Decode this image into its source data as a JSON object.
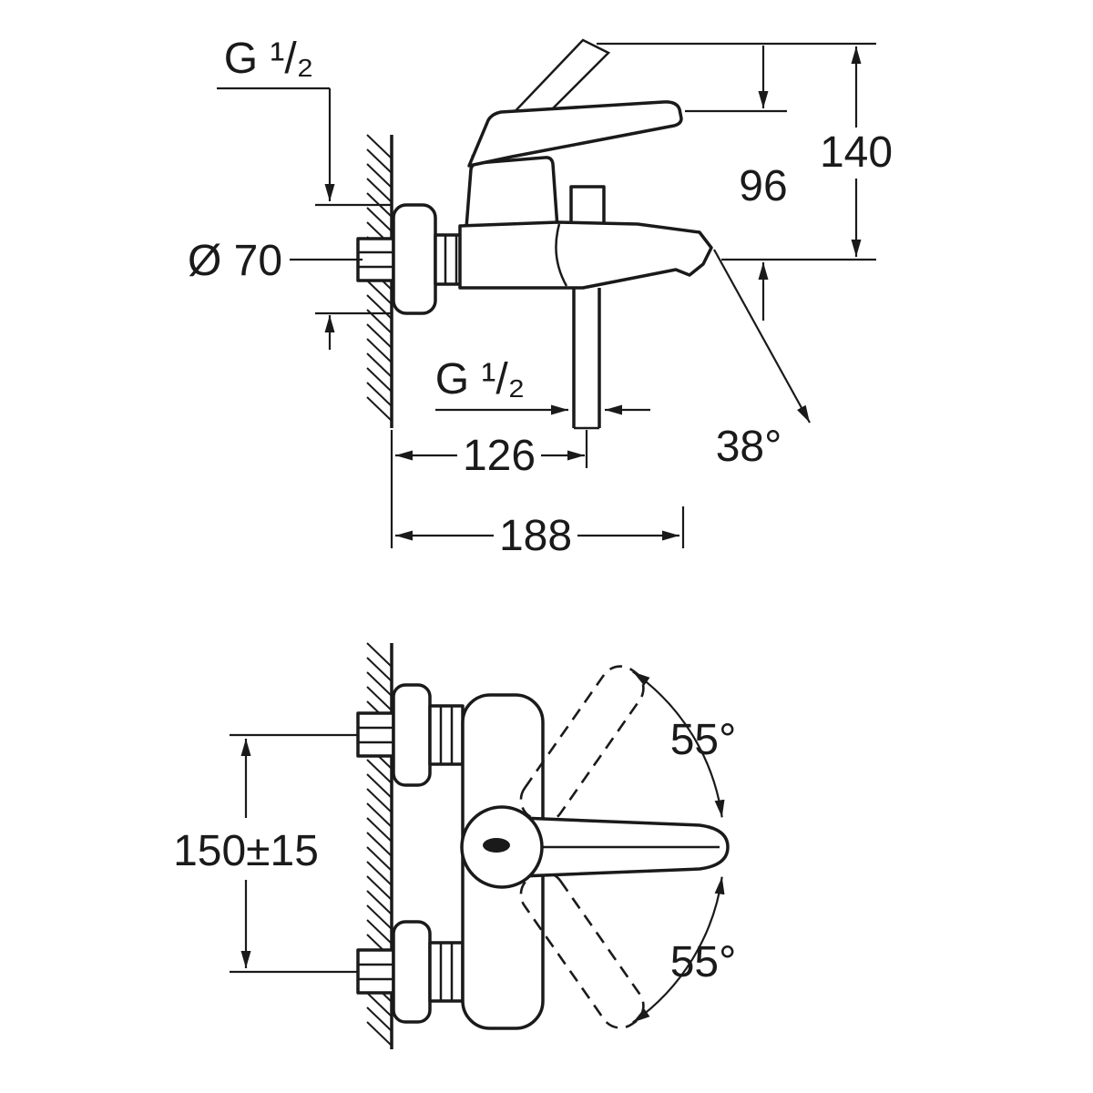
{
  "colors": {
    "line": "#1a1a1a",
    "background": "#ffffff"
  },
  "top_view": {
    "thread_label": "G ¹/₂",
    "diameter_label": "Ø 70",
    "dim_140": "140",
    "dim_96": "96",
    "outlet_thread_label": "G ¹/₂",
    "dim_126": "126",
    "spout_angle": "38°",
    "dim_188": "188"
  },
  "bottom_view": {
    "mounting_distance": "150±15",
    "swing_up": "55°",
    "swing_down": "55°"
  }
}
